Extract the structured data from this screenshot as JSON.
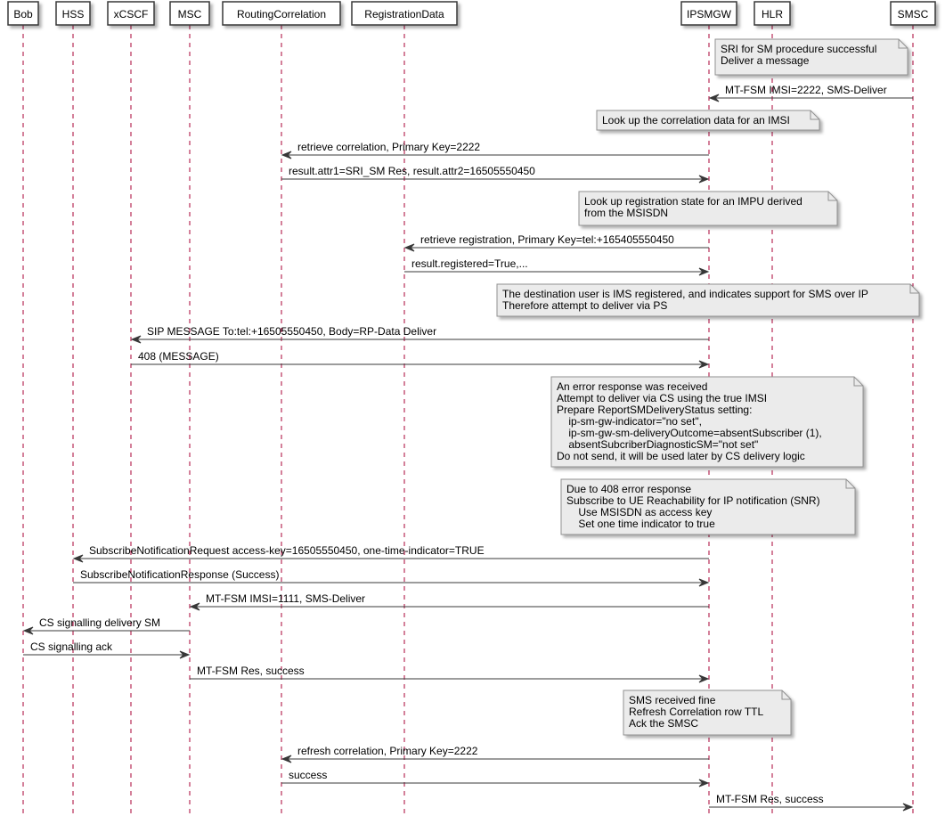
{
  "participants": [
    {
      "id": "bob",
      "label": "Bob"
    },
    {
      "id": "hss",
      "label": "HSS"
    },
    {
      "id": "xcscf",
      "label": "xCSCF"
    },
    {
      "id": "msc",
      "label": "MSC"
    },
    {
      "id": "rc",
      "label": "RoutingCorrelation"
    },
    {
      "id": "rd",
      "label": "RegistrationData"
    },
    {
      "id": "ipsmgw",
      "label": "IPSMGW"
    },
    {
      "id": "hlr",
      "label": "HLR"
    },
    {
      "id": "smsc",
      "label": "SMSC"
    }
  ],
  "steps": [
    {
      "kind": "note",
      "lines": [
        "SRI for SM procedure successful",
        "Deliver a message"
      ]
    },
    {
      "kind": "message",
      "from": "smsc",
      "to": "ipsmgw",
      "label": "MT-FSM IMSI=2222, SMS-Deliver"
    },
    {
      "kind": "note",
      "lines": [
        "Look up the correlation data for an IMSI"
      ]
    },
    {
      "kind": "message",
      "from": "ipsmgw",
      "to": "rc",
      "label": "retrieve correlation, Primary Key=2222"
    },
    {
      "kind": "message",
      "from": "rc",
      "to": "ipsmgw",
      "label": "result.attr1=SRI_SM Res, result.attr2=16505550450"
    },
    {
      "kind": "note",
      "lines": [
        "Look up registration state for an IMPU derived",
        "from the MSISDN"
      ]
    },
    {
      "kind": "message",
      "from": "ipsmgw",
      "to": "rd",
      "label": "retrieve registration, Primary Key=tel:+165405550450"
    },
    {
      "kind": "message",
      "from": "rd",
      "to": "ipsmgw",
      "label": "result.registered=True,..."
    },
    {
      "kind": "note",
      "lines": [
        "The destination user is IMS registered, and indicates support for SMS over IP",
        "Therefore attempt to deliver via PS"
      ]
    },
    {
      "kind": "message",
      "from": "ipsmgw",
      "to": "xcscf",
      "label": "SIP MESSAGE To:tel:+16505550450, Body=RP-Data Deliver"
    },
    {
      "kind": "message",
      "from": "xcscf",
      "to": "ipsmgw",
      "label": "408 (MESSAGE)"
    },
    {
      "kind": "note",
      "lines": [
        "An error response was received",
        "Attempt to deliver via CS using the true IMSI",
        "Prepare ReportSMDeliveryStatus setting:",
        "    ip-sm-gw-indicator=\"no set\",",
        "    ip-sm-gw-sm-deliveryOutcome=absentSubscriber (1),",
        "    absentSubcriberDiagnosticSM=\"not set\"",
        "Do not send, it will be used later by CS delivery logic"
      ]
    },
    {
      "kind": "note",
      "lines": [
        "Due to 408 error response",
        "Subscribe to UE Reachability for IP notification (SNR)",
        "    Use MSISDN as access key",
        "    Set one time indicator to true"
      ]
    },
    {
      "kind": "message",
      "from": "ipsmgw",
      "to": "hss",
      "label": "SubscribeNotificationRequest access-key=16505550450, one-time-indicator=TRUE"
    },
    {
      "kind": "message",
      "from": "hss",
      "to": "ipsmgw",
      "label": "SubscribeNotificationResponse (Success)"
    },
    {
      "kind": "message",
      "from": "ipsmgw",
      "to": "msc",
      "label": "MT-FSM IMSI=1111, SMS-Deliver"
    },
    {
      "kind": "message",
      "from": "msc",
      "to": "bob",
      "label": "CS signalling delivery SM"
    },
    {
      "kind": "message",
      "from": "bob",
      "to": "msc",
      "label": "CS signalling ack"
    },
    {
      "kind": "message",
      "from": "msc",
      "to": "ipsmgw",
      "label": "MT-FSM Res, success"
    },
    {
      "kind": "note",
      "lines": [
        "SMS received fine",
        "Refresh Correlation row TTL",
        "Ack the SMSC"
      ]
    },
    {
      "kind": "message",
      "from": "ipsmgw",
      "to": "rc",
      "label": "refresh correlation, Primary Key=2222"
    },
    {
      "kind": "message",
      "from": "rc",
      "to": "ipsmgw",
      "label": "success"
    },
    {
      "kind": "message",
      "from": "ipsmgw",
      "to": "smsc",
      "label": "MT-FSM Res, success"
    }
  ],
  "colors": {
    "lifeline": "#A80036",
    "line": "#383838",
    "participant_fill": "#FFFFFF",
    "note_fill": "#EBEBEB",
    "note_border": "#909090"
  }
}
